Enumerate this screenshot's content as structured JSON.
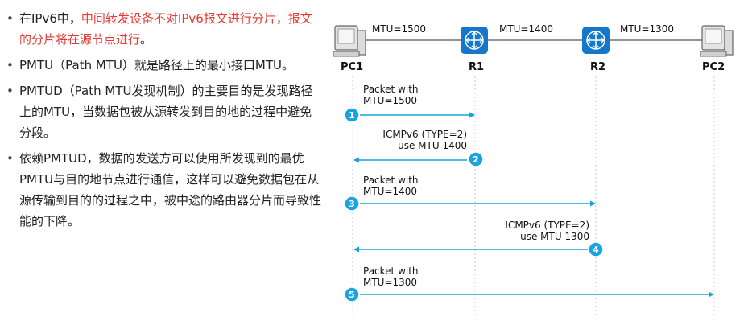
{
  "bullets": [
    {
      "parts": [
        {
          "text": "在IPv6中，",
          "color": ""
        },
        {
          "text": "中间转发设备不对IPv6报文进行分片，报文的分片将在源节点进行",
          "color": "red"
        },
        {
          "text": "。",
          "color": ""
        }
      ]
    },
    {
      "parts": [
        {
          "text": "PMTU（Path MTU）就是路径上的最小接口MTU。",
          "color": ""
        }
      ]
    },
    {
      "parts": [
        {
          "text": "PMTUD（Path MTU发现机制）的主要目的是发现路径上的MTU，当数据包被从源转发到目的地的过程中避免分段。",
          "color": ""
        }
      ]
    },
    {
      "parts": [
        {
          "text": "依赖PMTUD，数据的发送方可以使用所发现到的最优PMTU与目的地节点进行通信，这样可以避免数据包在从源传输到目的的过程之中，被中途的路由器分片而导致性能的下降。",
          "color": ""
        }
      ]
    }
  ],
  "diagram": {
    "nodes": {
      "pc1": "PC1",
      "r1": "R1",
      "r2": "R2",
      "pc2": "PC2"
    },
    "links": {
      "pc1_r1": "MTU=1500",
      "r1_r2": "MTU=1400",
      "r2_pc2": "MTU=1300"
    },
    "steps": [
      {
        "num": "1",
        "line1": "Packet with",
        "line2": "MTU=1500"
      },
      {
        "num": "2",
        "line1": "ICMPv6 (TYPE=2)",
        "line2": "use MTU 1400"
      },
      {
        "num": "3",
        "line1": "Packet with",
        "line2": "MTU=1400"
      },
      {
        "num": "4",
        "line1": "ICMPv6 (TYPE=2)",
        "line2": "use MTU 1300"
      },
      {
        "num": "5",
        "line1": "Packet with",
        "line2": "MTU=1300"
      }
    ],
    "colors": {
      "arrow": "#1aa3d9",
      "router": "#1477c9",
      "badge": "#1aa3e0",
      "red_text": "#e53935"
    }
  }
}
